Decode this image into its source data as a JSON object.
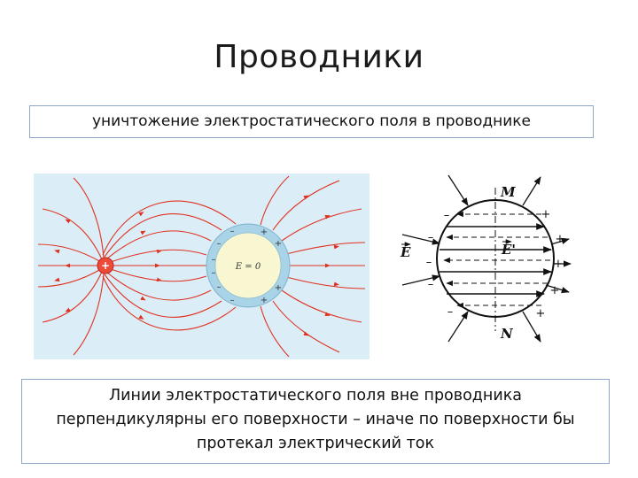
{
  "slide": {
    "title": "Проводники",
    "subtitle": "уничтожение электростатического поля в проводнике",
    "caption_lines": [
      "Линии электростатического поля вне проводника",
      "перпендикулярны его поверхности – иначе по поверхности бы",
      "протекал электрический ток"
    ]
  },
  "left_figure": {
    "inside_label": "E = 0",
    "colors": {
      "panel": "#dbeef8",
      "field_line": "#e0311f",
      "shell": "#a9d3e6",
      "interior": "#f9f6d2"
    }
  },
  "right_figure": {
    "labels": {
      "M": "M",
      "N": "N",
      "E": "E",
      "E_prime": "E'"
    }
  }
}
